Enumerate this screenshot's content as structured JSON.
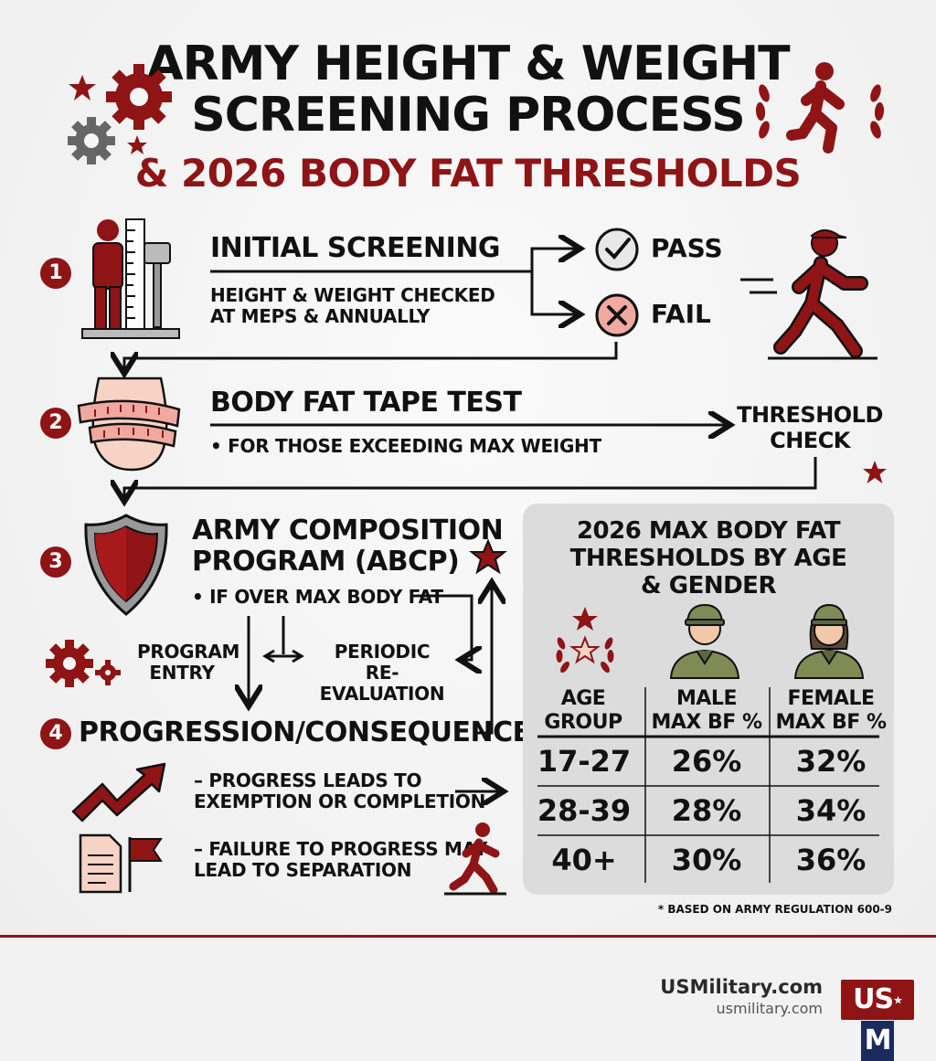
{
  "title": {
    "line1": "ARMY HEIGHT & WEIGHT",
    "line2": "SCREENING PROCESS",
    "line3": "& 2026 BODY FAT THRESHOLDS"
  },
  "steps": [
    {
      "number": "1",
      "heading": "INITIAL SCREENING",
      "detail_line1": "HEIGHT & WEIGHT CHECKED",
      "detail_line2": "AT MEPS & ANNUALLY"
    },
    {
      "number": "2",
      "heading": "BODY FAT TAPE TEST",
      "detail_line1": "• FOR THOSE EXCEEDING MAX WEIGHT"
    },
    {
      "number": "3",
      "heading_line1": "ARMY COMPOSITION",
      "heading_line2": "PROGRAM (ABCP)",
      "detail_line1": "• IF OVER MAX BODY FAT"
    },
    {
      "number": "4",
      "heading": "PROGRESSION/CONSEQUENCES"
    }
  ],
  "outcomes": {
    "pass": "PASS",
    "fail": "FAIL"
  },
  "threshold_check": {
    "line1": "THRESHOLD",
    "line2": "CHECK"
  },
  "abcp": {
    "entry_line1": "PROGRAM",
    "entry_line2": "ENTRY",
    "reeval_line1": "PERIODIC",
    "reeval_line2": "RE-EVALUATION"
  },
  "consequences": [
    {
      "line1": "– PROGRESS LEADS TO",
      "line2": "EXEMPTION OR COMPLETION"
    },
    {
      "line1": "– FAILURE TO PROGRESS MAY",
      "line2": "LEAD TO SEPARATION"
    }
  ],
  "table": {
    "title_line1": "2026 MAX BODY FAT",
    "title_line2": "THRESHOLDS BY AGE",
    "title_line3": "& GENDER",
    "headers": [
      {
        "line1": "AGE",
        "line2": "GROUP"
      },
      {
        "line1": "MALE",
        "line2": "MAX BF %"
      },
      {
        "line1": "FEMALE",
        "line2": "MAX BF %"
      }
    ],
    "rows": [
      [
        "17-27",
        "26%",
        "32%"
      ],
      [
        "28-39",
        "28%",
        "34%"
      ],
      [
        "40+",
        "30%",
        "36%"
      ]
    ]
  },
  "footnote": "* BASED ON ARMY REGULATION 600-9",
  "brand": {
    "name": "USMilitary.com",
    "url": "usmilitary.com",
    "logo_left": "US",
    "logo_star": "★",
    "logo_right": "M"
  },
  "colors": {
    "accent": "#8e1416",
    "ink": "#111111",
    "panel": "#dcdcdc"
  }
}
